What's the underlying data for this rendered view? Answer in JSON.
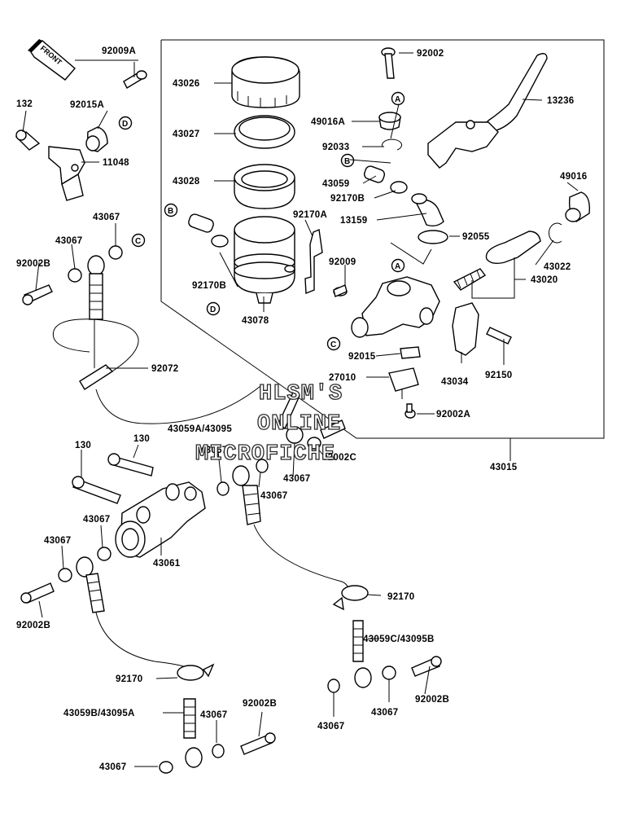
{
  "diagram": {
    "front_label": "FRONT",
    "watermark": [
      "HLSM'S",
      "ONLINE",
      "MICROFICHE"
    ],
    "reference_markers": [
      "A",
      "B",
      "C",
      "D"
    ],
    "parts": [
      "92009A",
      "132",
      "92015A",
      "11048",
      "43067",
      "43067",
      "92002B",
      "92072",
      "43026",
      "43027",
      "43028",
      "92170B",
      "43078",
      "92170A",
      "92002",
      "49016A",
      "92033",
      "43059",
      "92170B",
      "13159",
      "13236",
      "49016",
      "92055",
      "43022",
      "43020",
      "92009",
      "92015",
      "43034",
      "92150",
      "27010",
      "92002A",
      "43015",
      "43059A/43095",
      "43067",
      "92002C",
      "43067",
      "130",
      "130",
      "43067",
      "43067",
      "43067",
      "43061",
      "92002B",
      "92170",
      "43059C/43095B",
      "92002B",
      "43067",
      "43067",
      "92170",
      "43059B/43095A",
      "43067",
      "92002B",
      "43067"
    ]
  }
}
